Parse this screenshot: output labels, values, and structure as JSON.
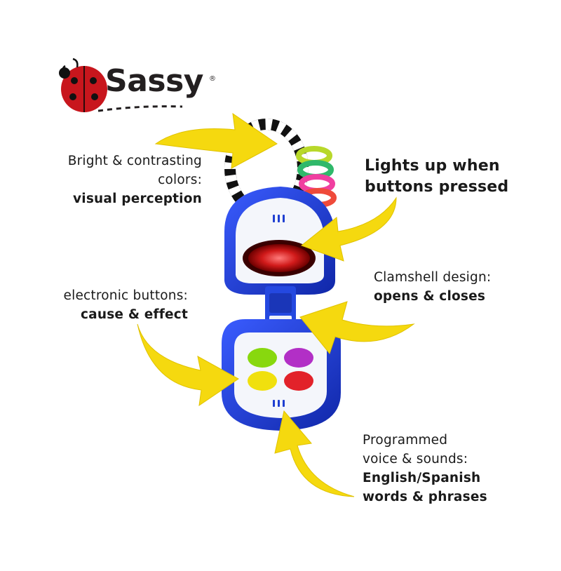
{
  "brand": {
    "name": "Sassy",
    "registered": "®",
    "mascot_icon": "ladybug-icon"
  },
  "colors": {
    "phone_blue": "#1f3fd1",
    "arrow_yellow": "#f5d90f",
    "lens_red": "#d11a1a",
    "ladybug_red": "#c8161d"
  },
  "callouts": {
    "colors": {
      "line1": "Bright & contrasting",
      "line2": "colors:",
      "bold": "visual perception"
    },
    "lights": {
      "line1": "Lights up when",
      "line2": "buttons pressed"
    },
    "clamshell": {
      "line1": "Clamshell design:",
      "bold": "opens & closes"
    },
    "buttons": {
      "line1": "electronic buttons:",
      "bold": "cause & effect"
    },
    "sounds": {
      "line1": "Programmed",
      "line2": "voice & sounds:",
      "bold1": "English/Spanish",
      "bold2": "words & phrases"
    }
  },
  "toy": {
    "button_colors": [
      "#88d80e",
      "#b22fc6",
      "#f0e00e",
      "#e2222a"
    ],
    "ring_colors": [
      "#b8d82a",
      "#2fb86a",
      "#f03fa0",
      "#ef4a3a"
    ]
  }
}
